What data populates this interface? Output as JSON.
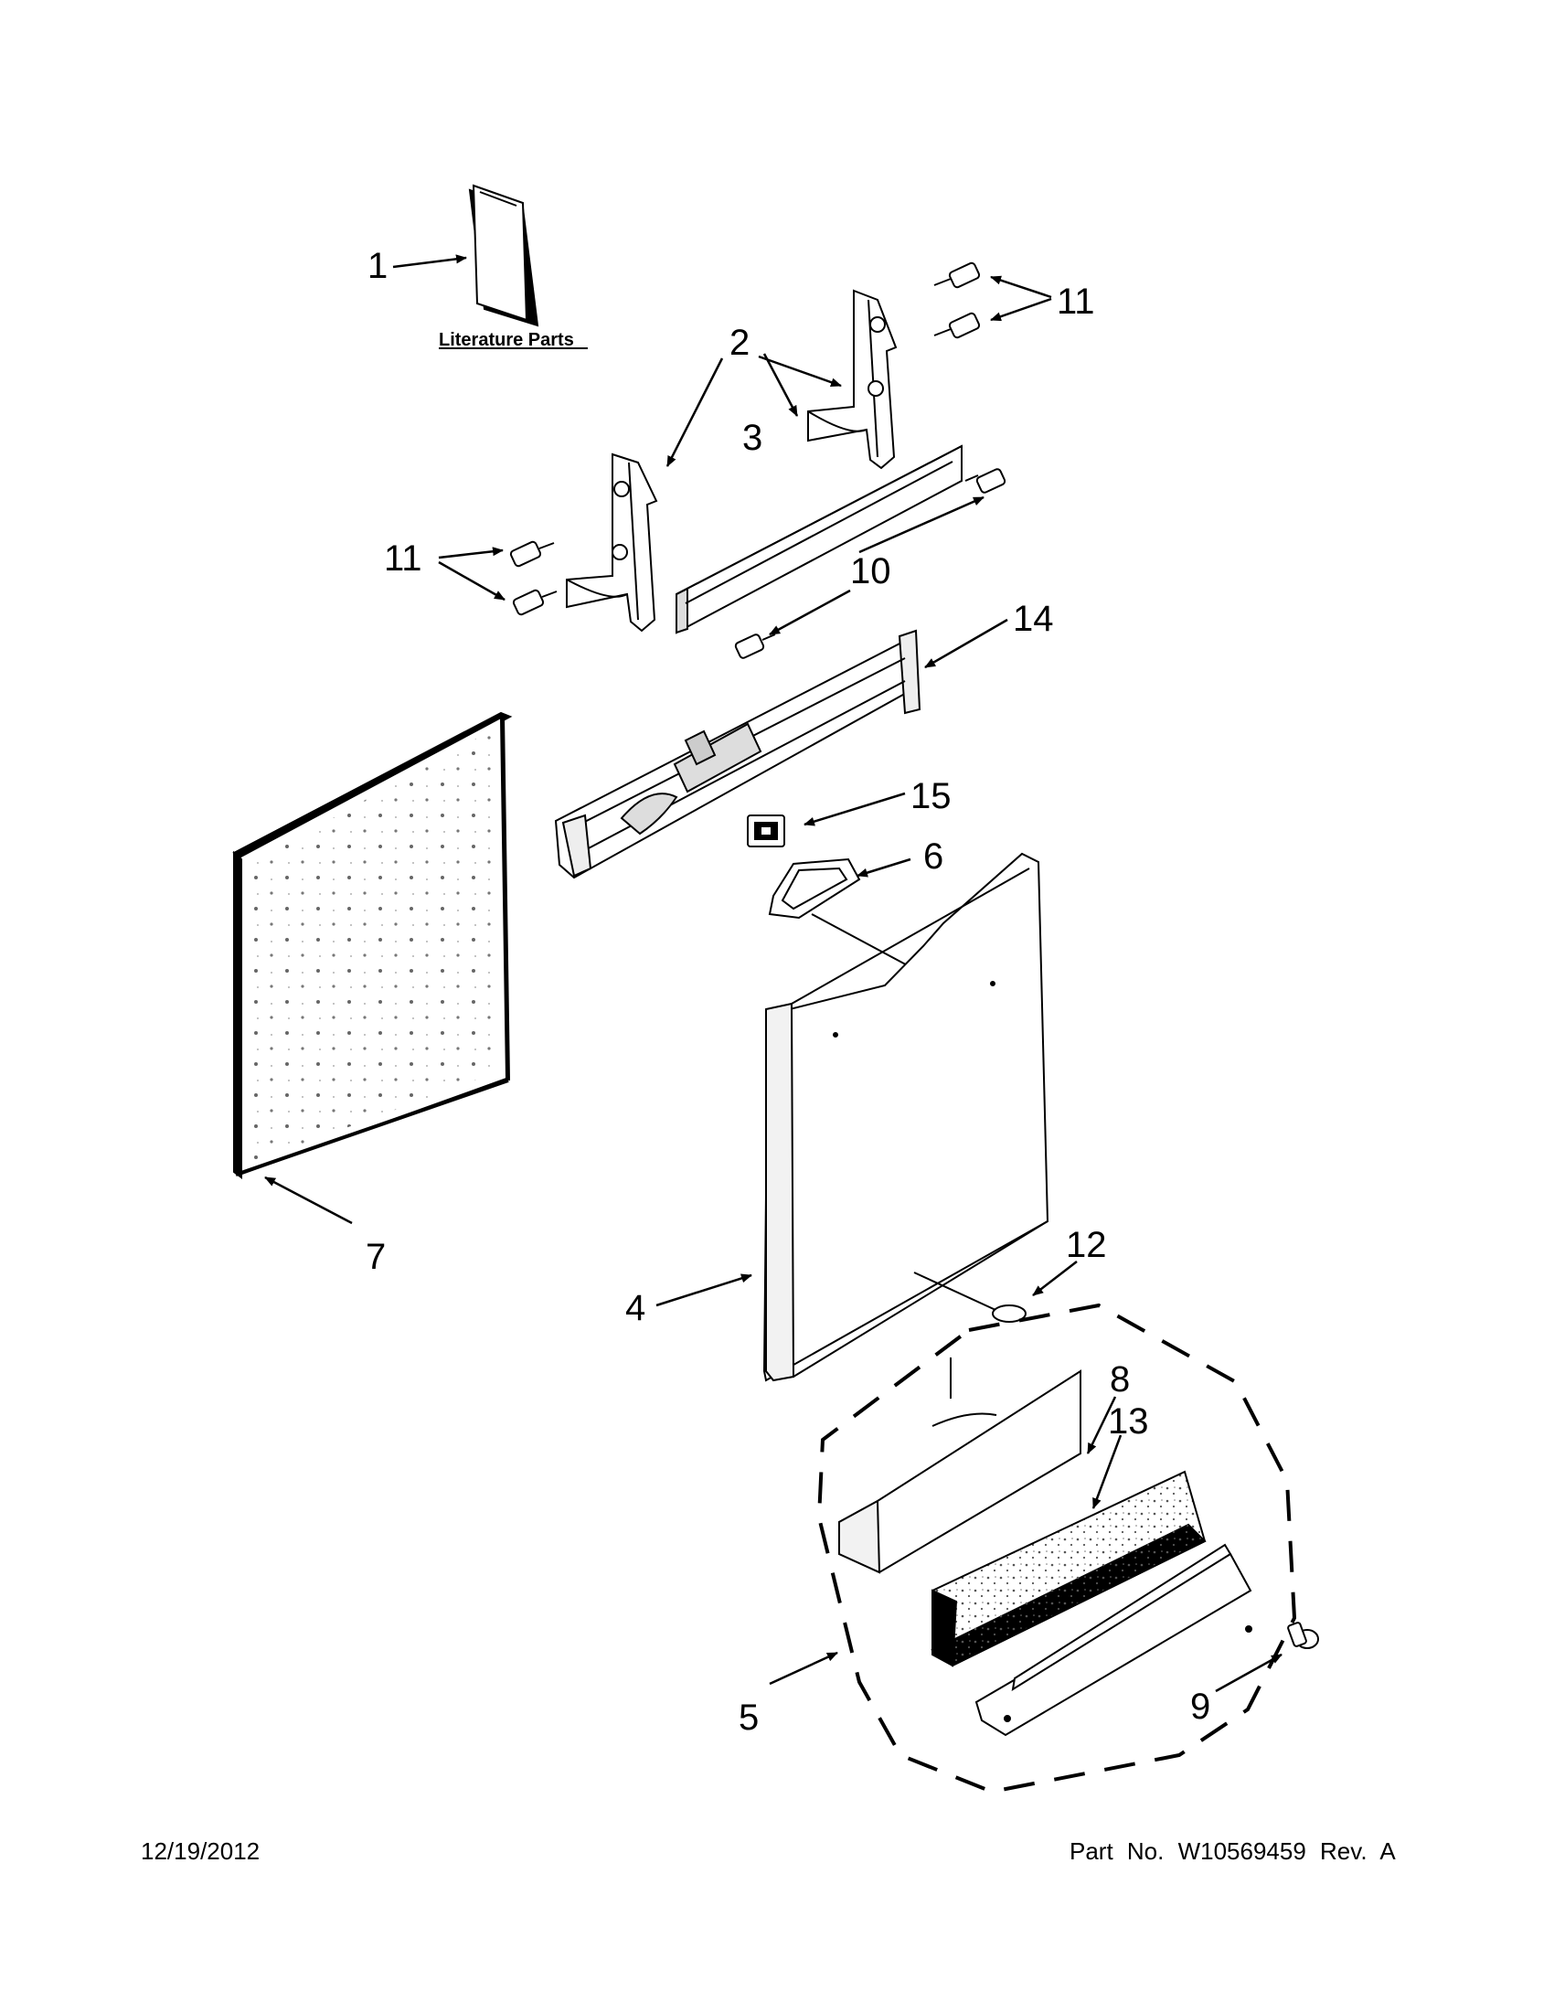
{
  "literature_caption": "Literature Parts",
  "callouts": {
    "c1": "1",
    "c2": "2",
    "c3": "3",
    "c4": "4",
    "c5": "5",
    "c6": "6",
    "c7": "7",
    "c8": "8",
    "c9": "9",
    "c10": "10",
    "c11a": "11",
    "c11b": "11",
    "c12": "12",
    "c13": "13",
    "c14": "14",
    "c15": "15"
  },
  "footer": {
    "date": "12/19/2012",
    "part_number": "Part No.  W10569459  Rev.  A"
  }
}
